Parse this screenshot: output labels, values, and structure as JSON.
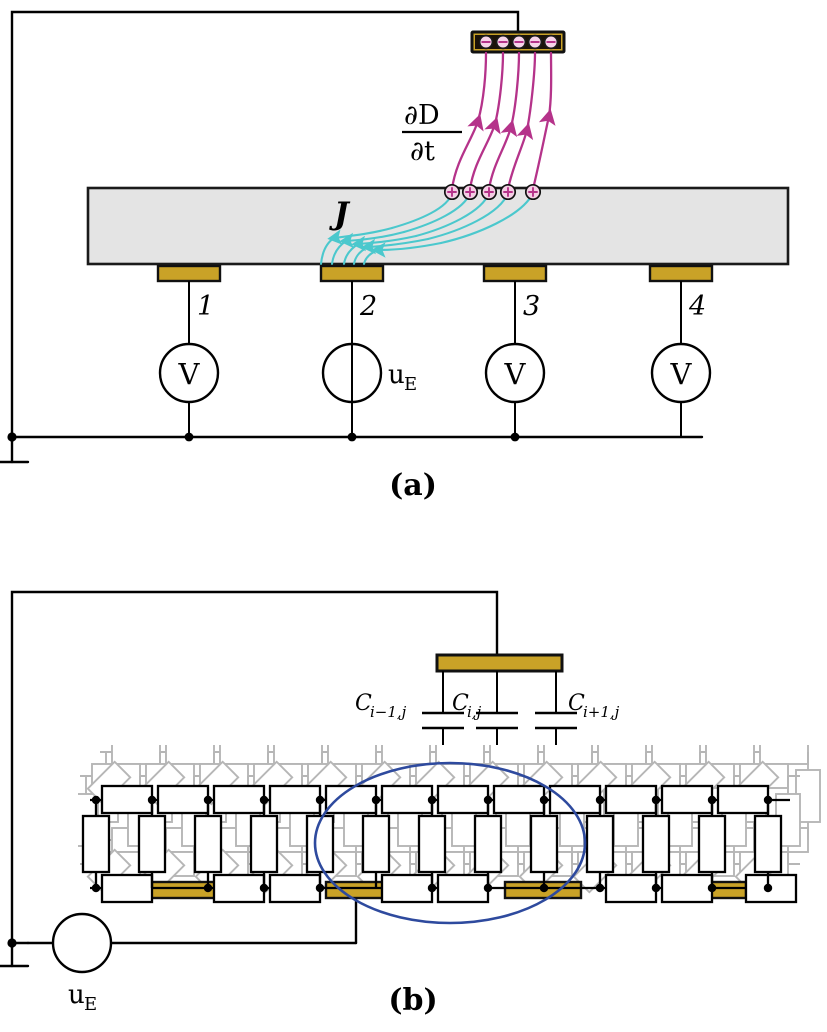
{
  "figure": {
    "type": "schematic-diagram",
    "title": "Displacement current and resistor-capacitor lattice model",
    "panels": [
      {
        "id": "a",
        "label": "(a)",
        "caption": "(a)"
      },
      {
        "id": "b",
        "label": "(b)",
        "caption": "(b)"
      }
    ]
  },
  "colors": {
    "slab_fill": "#e4e4e4",
    "electrode_gold": "#c9a227",
    "displacement_field": "#b5338a",
    "current_density": "#4bc8cd",
    "highlight_ellipse": "#2e4a9e",
    "lattice_background": "#b6b6b6",
    "wire": "#000000"
  },
  "panel_a": {
    "label": "(a)",
    "field_label": "∂D/∂t",
    "field_label_numerator": "∂D",
    "field_label_denominator": "∂t",
    "current_label": "J",
    "source_label": "u",
    "source_subscript": "E",
    "top_electrode": {
      "name": "top-electrode",
      "charge_sign": "−",
      "charge_count": 5
    },
    "surface_charges": {
      "name": "surface-charges",
      "charge_sign": "+",
      "charge_count": 5
    },
    "electrodes": [
      {
        "index": 1,
        "label": "1",
        "instrument": "V",
        "instrument_type": "voltmeter"
      },
      {
        "index": 2,
        "label": "2",
        "instrument": "",
        "instrument_type": "voltage-source",
        "source_label": "u",
        "source_subscript": "E"
      },
      {
        "index": 3,
        "label": "3",
        "instrument": "V",
        "instrument_type": "voltmeter"
      },
      {
        "index": 4,
        "label": "4",
        "instrument": "V",
        "instrument_type": "voltmeter"
      }
    ],
    "ground": {
      "name": "ground-symbol",
      "present": true
    }
  },
  "panel_b": {
    "label": "(b)",
    "source_label": "u",
    "source_subscript": "E",
    "capacitors": [
      {
        "id": "c-left",
        "label": "C",
        "sub": "i−1,j"
      },
      {
        "id": "c-mid",
        "label": "C",
        "sub": "i,j"
      },
      {
        "id": "c-right",
        "label": "C",
        "sub": "i+1,j"
      }
    ],
    "capacitor_labels": [
      "C i−1,j",
      "C i,j",
      "C i+1,j"
    ],
    "lattice": {
      "name": "resistor-lattice",
      "columns": 14,
      "foreground_rows": 2,
      "background_layers": 2,
      "element_type": "resistor"
    },
    "highlight": {
      "name": "unit-cell-highlight",
      "shape": "ellipse"
    },
    "ground": {
      "name": "ground-symbol",
      "present": true
    },
    "electrode_count": 4
  }
}
